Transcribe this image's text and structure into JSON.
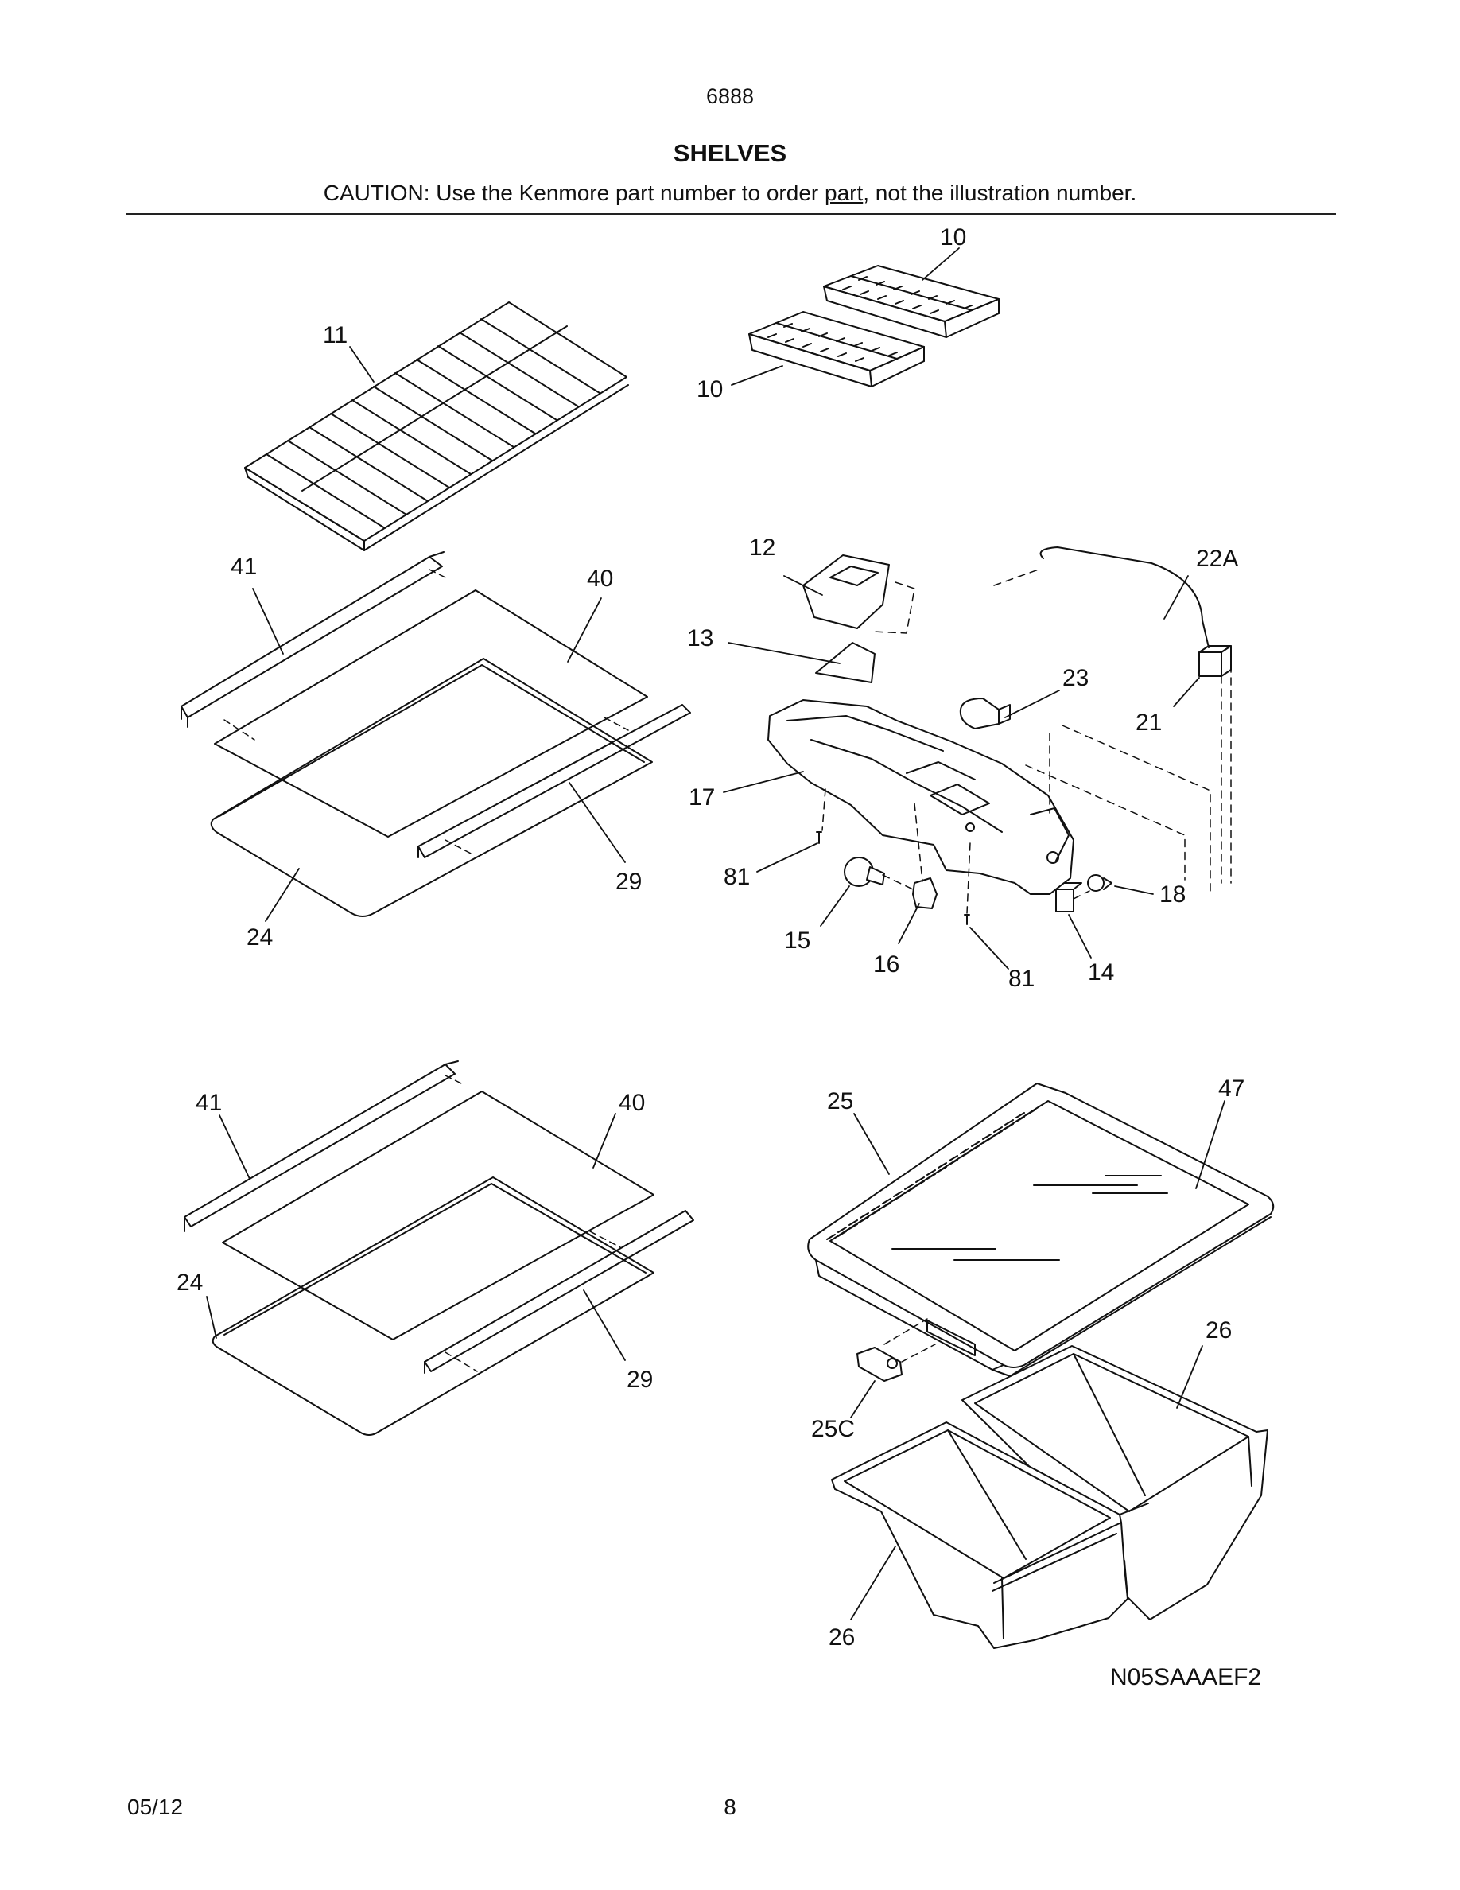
{
  "header": {
    "model": "6888",
    "title": "SHELVES",
    "caution_prefix": "CAUTION: Use the Kenmore part number to order ",
    "caution_underlined": "part",
    "caution_suffix": ", not the illustration number."
  },
  "callouts": {
    "c10a": "10",
    "c10b": "10",
    "c11": "11",
    "c41a": "41",
    "c40a": "40",
    "c29a": "29",
    "c24a": "24",
    "c12": "12",
    "c22A": "22A",
    "c13": "13",
    "c23": "23",
    "c21": "21",
    "c17": "17",
    "c81a": "81",
    "c15": "15",
    "c16": "16",
    "c81b": "81",
    "c14": "14",
    "c18": "18",
    "c41b": "41",
    "c40b": "40",
    "c24b": "24",
    "c29b": "29",
    "c25": "25",
    "c47": "47",
    "c26a": "26",
    "c25C": "25C",
    "c26b": "26"
  },
  "figure_code": "N05SAAAEF2",
  "footer": {
    "date": "05/12",
    "page": "8"
  }
}
